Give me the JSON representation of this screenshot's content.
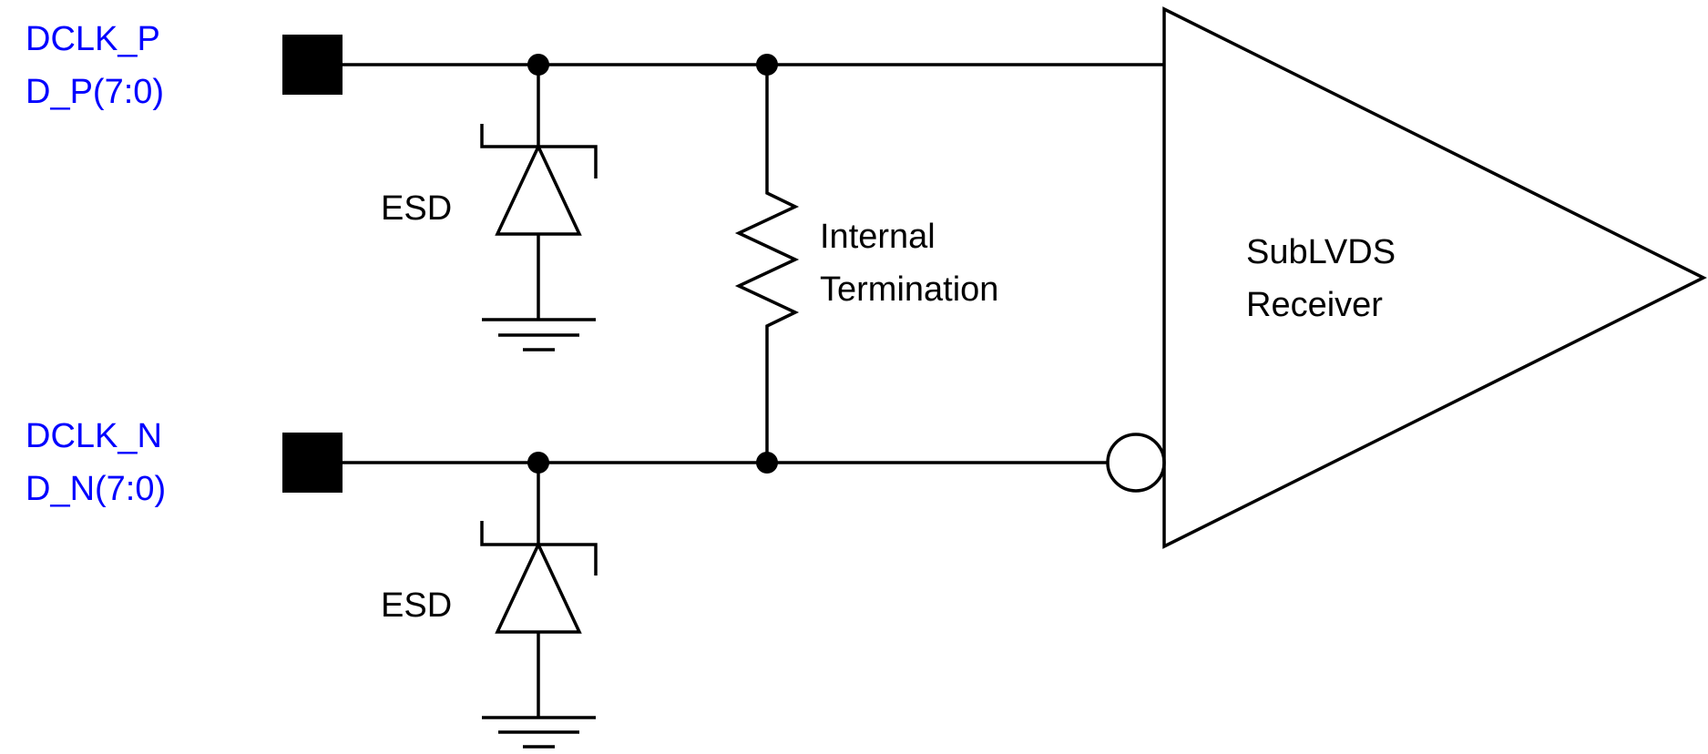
{
  "pins": {
    "p_line1": "DCLK_P",
    "p_line2": "D_P(7:0)",
    "n_line1": "DCLK_N",
    "n_line2": "D_N(7:0)"
  },
  "labels": {
    "esd_top": "ESD",
    "esd_bottom": "ESD",
    "termination_line1": "Internal",
    "termination_line2": "Termination",
    "receiver_line1": "SubLVDS",
    "receiver_line2": "Receiver"
  },
  "colors": {
    "pin_label": "#0000ff",
    "wire": "#000000",
    "background": "#ffffff"
  }
}
